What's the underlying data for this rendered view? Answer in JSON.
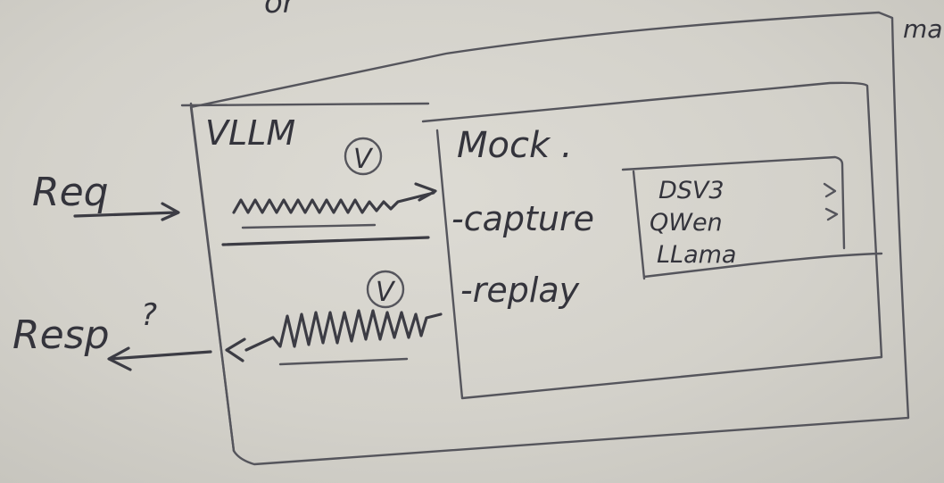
{
  "labels": {
    "top_cut": "or",
    "top_right_cut": "ma",
    "vllm": "VLLM",
    "mock": "Mock .",
    "req": "Req",
    "resp": "Resp",
    "question_mark": "?",
    "circle_v_top": "V",
    "circle_v_bottom": "V",
    "capture": "-capture",
    "replay": "-replay",
    "models": [
      "DSV3",
      "QWen",
      "LLama"
    ]
  },
  "colors": {
    "board": "#d8d6cf",
    "ink": "#3c3c44"
  }
}
